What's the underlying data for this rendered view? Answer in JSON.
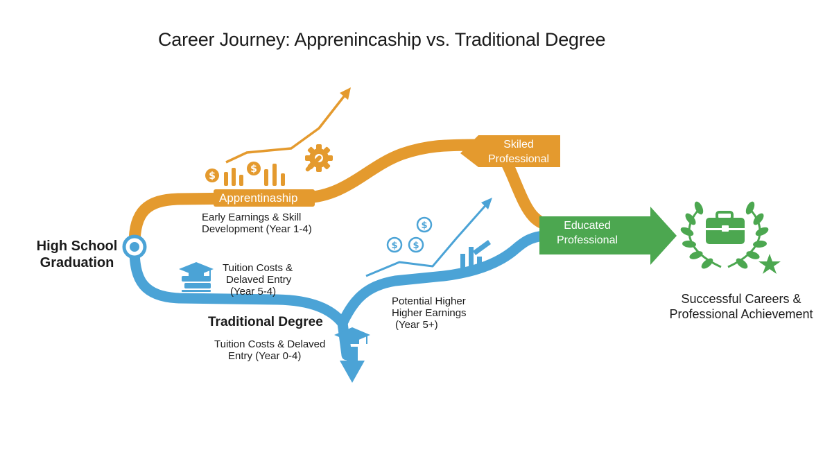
{
  "title": "Career Journey: Apprenincaship vs. Traditional Degree",
  "start": {
    "line1": "High School",
    "line2": "Graduation"
  },
  "apprenticeship": {
    "label": "Apprentinaship",
    "desc1": "Early Earnings & Skill",
    "desc2": "Development (Year 1-4)"
  },
  "traditional": {
    "label": "Traditional Degree",
    "upper1": "Tuition Costs &",
    "upper2": "Delaved Entry",
    "upper3": "(Year 5-4)",
    "lower1": "Tuition Costs & Delaved",
    "lower2": "Entry (Year 0-4)",
    "earn1": "Potential Higher",
    "earn2": "Higher Earnings",
    "earn3": "(Year 5+)"
  },
  "skilled": {
    "line1": "Skiled",
    "line2": "Professional"
  },
  "educated": {
    "line1": "Educated",
    "line2": "Professional"
  },
  "outcome": {
    "line1": "Successful Careers &",
    "line2": "Professional Achievement"
  },
  "colors": {
    "orange": "#E49A2E",
    "blue": "#4BA3D6",
    "green": "#4CA750",
    "text": "#1a1a1a"
  },
  "icons": [
    "dollar-coin-icon",
    "bar-chart-icon",
    "gear-wrench-icon",
    "trend-arrow-icon",
    "graduation-cap-icon",
    "books-icon",
    "briefcase-icon",
    "laurel-wreath-icon",
    "star-icon",
    "down-arrow-icon"
  ]
}
